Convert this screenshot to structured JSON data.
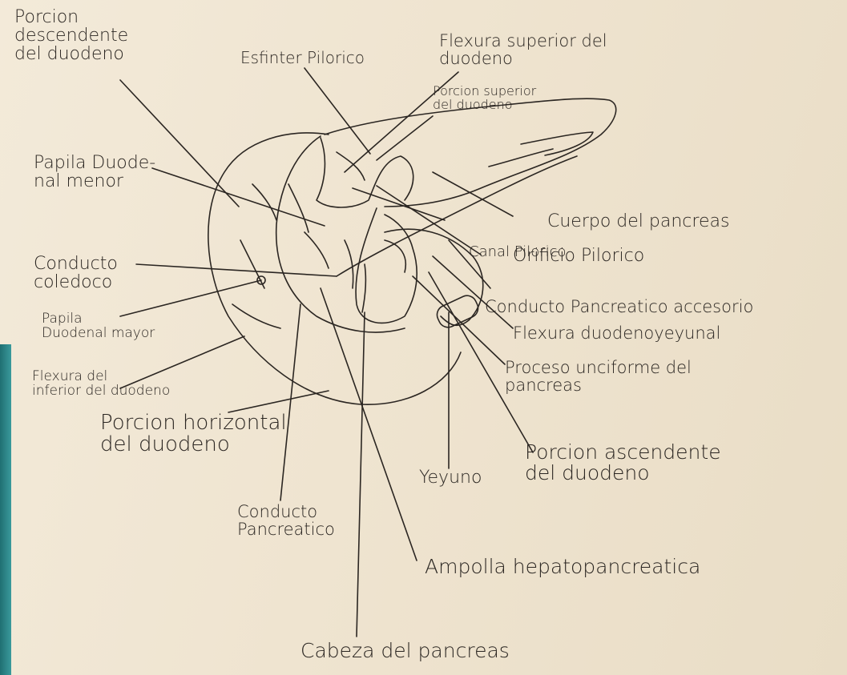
{
  "labels": {
    "porcion_descendente": "Porcion\ndescendente\ndel duodeno",
    "esfinter_pilorico": "Esfinter Pilorico",
    "flexura_superior": "Flexura superior del\nduodeno",
    "porcion_superior": "Porcion superior\ndel duodeno",
    "papila_menor": "Papila Duode-\nnal menor",
    "cuerpo_pancreas": "Cuerpo del pancreas",
    "conducto_coledoco": "Conducto\ncoledoco",
    "orificio_pilorico": "Orificio Pilorico",
    "canal_pilorico": "Canal Pilorico",
    "papila_mayor": "Papila\nDuodenal mayor",
    "conducto_accesorio": "Conducto Pancreatico accesorio",
    "flexura_duodenoyeyunal": "Flexura duodenoyeyunal",
    "flexura_inferior": "Flexura del\ninferior del duodeno",
    "proceso_unciforme": "Proceso unciforme del\npancreas",
    "porcion_horizontal": "Porcion horizontal\ndel duodeno",
    "yeyuno": "Yeyuno",
    "porcion_ascendente": "Porcion ascendente\ndel duodeno",
    "conducto_pancreatico": "Conducto\nPancreatico",
    "ampolla": "Ampolla hepatopancreatica",
    "cabeza_pancreas": "Cabeza del pancreas"
  },
  "colors": {
    "ink": "#2b2622",
    "paper": "#f0e6d3",
    "background": "#2a7f82"
  }
}
